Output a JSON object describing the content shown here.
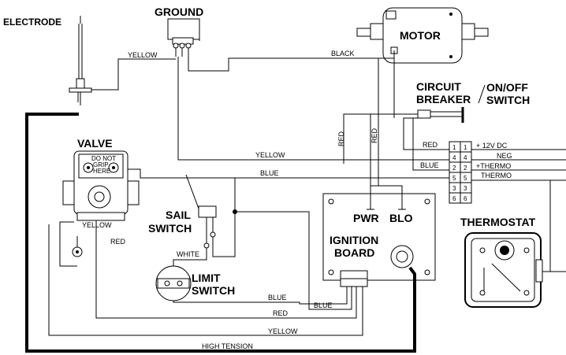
{
  "components": {
    "electrode": "ELECTRODE",
    "ground": "GROUND",
    "motor": "MOTOR",
    "circuit_breaker_line1": "CIRCUIT",
    "circuit_breaker_line2": "BREAKER",
    "onoff_line1": "ON/OFF",
    "onoff_line2": "SWITCH",
    "valve": "VALVE",
    "valve_note1": "DO NOT",
    "valve_note2": "GRIP",
    "valve_note3": "HERE",
    "sail_line1": "SAIL",
    "sail_line2": "SWITCH",
    "limit_line1": "LIMIT",
    "limit_line2": "SWITCH",
    "ignition_line1": "IGNITION",
    "ignition_line2": "BOARD",
    "pwr": "PWR",
    "blo": "BLO",
    "thermostat": "THERMOSTAT"
  },
  "wires": {
    "yellow_ground": "YELLOW",
    "black": "BLACK",
    "red_cb": "RED",
    "red_pwr": "RED",
    "red_12v": "RED",
    "yellow_valve": "YELLOW",
    "blue_upper": "BLUE",
    "blue_term": "BLUE",
    "yellow_valve_inner": "YELLOW",
    "red_valve": "RED",
    "white": "WHITE",
    "blue_limit": "BLUE",
    "blue_board": "BLUE",
    "red_bottom": "RED",
    "yellow_bottom": "YELLOW",
    "high_tension": "HIGH TENSION"
  },
  "terminal_block": {
    "rows": [
      {
        "left": "1",
        "right": "1",
        "label": "+ 12V DC"
      },
      {
        "left": "4",
        "right": "4",
        "label": "NEG"
      },
      {
        "left": "2",
        "right": "2",
        "label": "+THERMO"
      },
      {
        "left": "5",
        "right": "5",
        "label": "THERMO"
      },
      {
        "left": "3",
        "right": "3",
        "label": ""
      },
      {
        "left": "6",
        "right": "6",
        "label": ""
      }
    ]
  }
}
